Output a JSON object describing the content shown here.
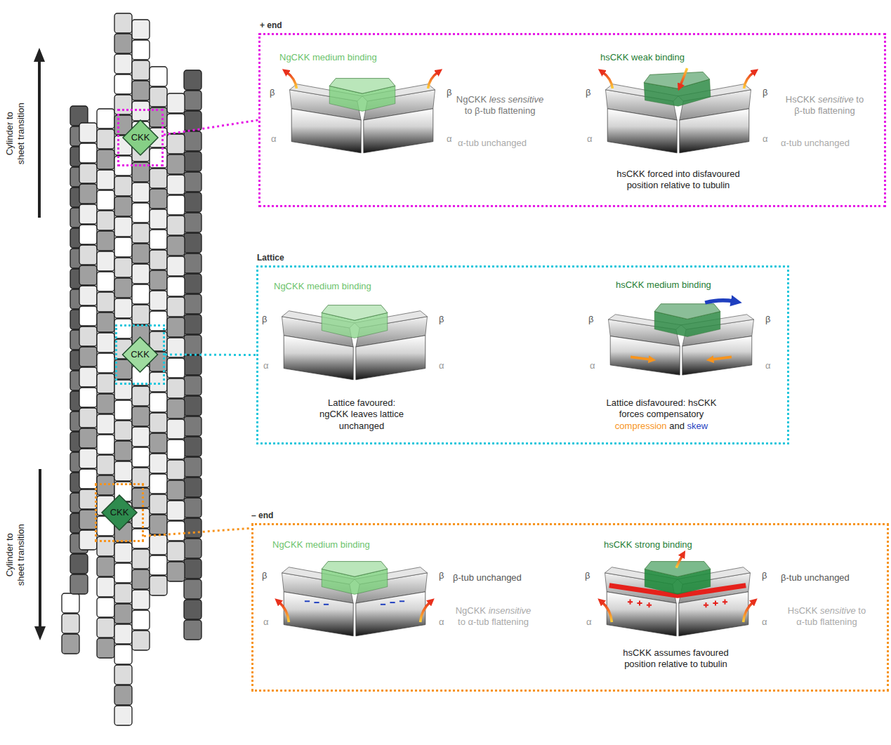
{
  "diagram": {
    "nodes": [
      {
        "text": [
          "CKK"
        ]
      },
      {
        "text": [
          "CKK"
        ]
      },
      {
        "text": [
          "CKK"
        ]
      },
      {
        "text": [
          "+ end",
          "NgCKK medium binding",
          "NgCKK less sensitive to β-tub flattening",
          "α-tub unchanged",
          "hsCKK weak binding",
          "HsCKK sensitive to β-tub flattening",
          "α-tub unchanged",
          "hsCKK forced into disfavoured position relative to tubulin"
        ]
      },
      {
        "text": [
          "Lattice",
          "NgCKK medium binding",
          "Lattice favoured: ngCKK leaves lattice unchanged",
          "hsCKK medium binding",
          "Lattice disfavoured: hsCKK forces compensatory compression and skew"
        ]
      },
      {
        "text": [
          "– end",
          "NgCKK medium binding",
          "β-tub unchanged",
          "NgCKK insensitive to α-tub flattening",
          "hsCKK strong binding",
          "β-tub unchanged",
          "HsCKK sensitive to α-tub flattening",
          "hsCKK assumes favoured position relative to tubulin"
        ]
      }
    ],
    "edges": [
      {
        "from": 0,
        "to": 3,
        "arrow": "none"
      },
      {
        "from": 1,
        "to": 4,
        "arrow": "none"
      },
      {
        "from": 2,
        "to": 5,
        "arrow": "none"
      }
    ],
    "labels": [
      "Cylinder to sheet transition",
      "Cylinder to sheet transition",
      "β",
      "β",
      "α",
      "α",
      "β",
      "β",
      "α",
      "α",
      "β",
      "β",
      "α",
      "α",
      "β",
      "β",
      "α",
      "α",
      "β",
      "β",
      "α",
      "α",
      "β",
      "β",
      "α",
      "α"
    ]
  }
}
